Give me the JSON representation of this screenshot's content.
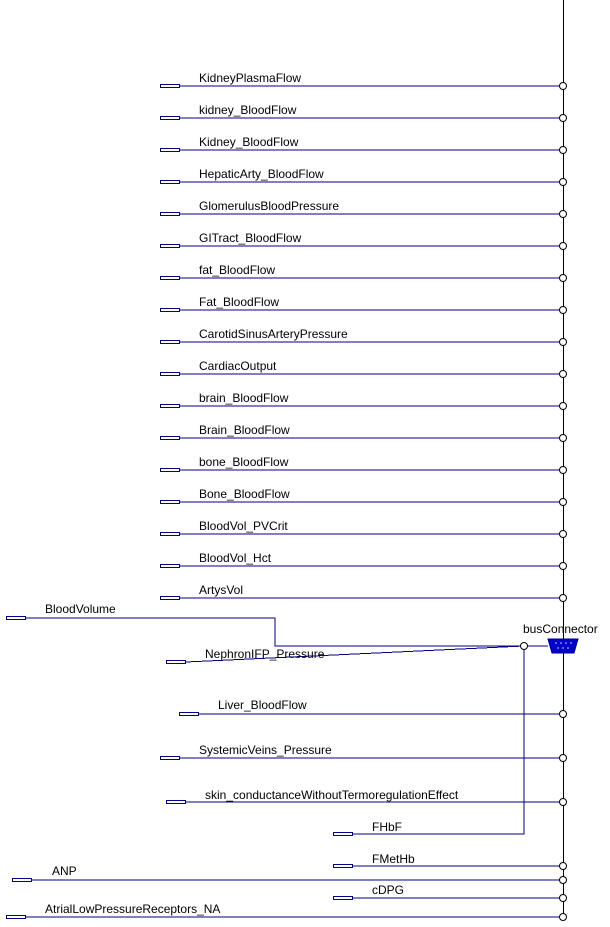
{
  "bus_connector": {
    "label": "busConnector",
    "color": "#0000c8"
  },
  "wire_color": "#000080",
  "signals": [
    {
      "id": "KidneyPlasmaFlow",
      "label": "KidneyPlasmaFlow"
    },
    {
      "id": "kidney_BloodFlow",
      "label": "kidney_BloodFlow"
    },
    {
      "id": "Kidney_BloodFlow",
      "label": "Kidney_BloodFlow"
    },
    {
      "id": "HepaticArty_BloodFlow",
      "label": "HepaticArty_BloodFlow"
    },
    {
      "id": "GlomerulusBloodPressure",
      "label": "GlomerulusBloodPressure"
    },
    {
      "id": "GITract_BloodFlow",
      "label": "GITract_BloodFlow"
    },
    {
      "id": "fat_BloodFlow",
      "label": "fat_BloodFlow"
    },
    {
      "id": "Fat_BloodFlow",
      "label": "Fat_BloodFlow"
    },
    {
      "id": "CarotidSinusArteryPressure",
      "label": "CarotidSinusArteryPressure"
    },
    {
      "id": "CardiacOutput",
      "label": "CardiacOutput"
    },
    {
      "id": "brain_BloodFlow",
      "label": "brain_BloodFlow"
    },
    {
      "id": "Brain_BloodFlow",
      "label": "Brain_BloodFlow"
    },
    {
      "id": "bone_BloodFlow",
      "label": "bone_BloodFlow"
    },
    {
      "id": "Bone_BloodFlow",
      "label": "Bone_BloodFlow"
    },
    {
      "id": "BloodVol_PVCrit",
      "label": "BloodVol_PVCrit"
    },
    {
      "id": "BloodVol_Hct",
      "label": "BloodVol_Hct"
    },
    {
      "id": "ArtysVol",
      "label": "ArtysVol"
    },
    {
      "id": "BloodVolume",
      "label": "BloodVolume"
    },
    {
      "id": "NephronIFP_Pressure",
      "label": "NephronIFP_Pressure"
    },
    {
      "id": "Liver_BloodFlow",
      "label": "Liver_BloodFlow"
    },
    {
      "id": "SystemicVeins_Pressure",
      "label": "SystemicVeins_Pressure"
    },
    {
      "id": "skin_conductanceWithoutTermoregulationEffect",
      "label": "skin_conductanceWithoutTermoregulationEffect"
    },
    {
      "id": "FHbF",
      "label": "FHbF"
    },
    {
      "id": "FMetHb",
      "label": "FMetHb"
    },
    {
      "id": "ANP",
      "label": "ANP"
    },
    {
      "id": "cDPG",
      "label": "cDPG"
    },
    {
      "id": "AtrialLowPressureReceptors_NA",
      "label": "AtrialLowPressureReceptors_NA"
    }
  ]
}
